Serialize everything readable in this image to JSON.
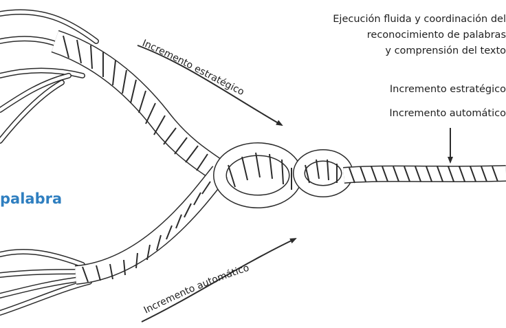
{
  "labels": {
    "outcome_lines": [
      "Ejecución fluida y coordinación del",
      "reconocimiento de palabras",
      "y comprensión del texto"
    ],
    "strategic_right": "Incremento estratégico",
    "automatic_right": "Incremento automático",
    "word_partial": "palabra",
    "strategic_curve": "Incremento estratégico",
    "automatic_curve": "Incremento automático"
  },
  "colors": {
    "text": "#1f1f1f",
    "rope": "#2b2b2b",
    "accent_blue": "#2f7fc0"
  }
}
